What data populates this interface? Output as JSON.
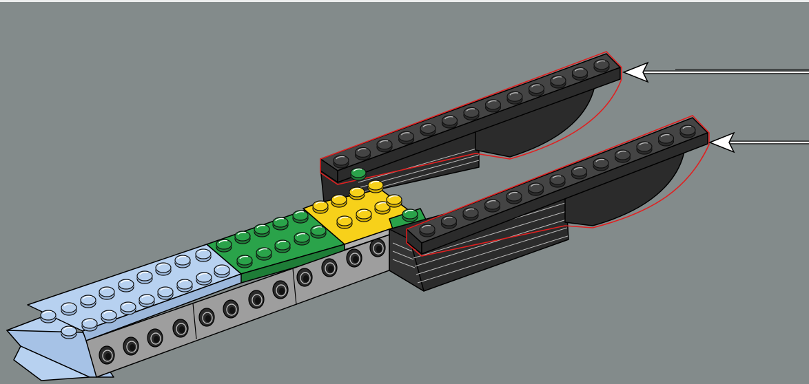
{
  "colors": {
    "background": "#838b8b",
    "top_border": "#eceeee",
    "light_blue": "#b7d1f0",
    "light_blue_side": "#9cb8dc",
    "green": "#2aa34a",
    "green_side": "#1e7d37",
    "yellow": "#f7d11a",
    "yellow_side": "#d8b100",
    "gray": "#9e9e9e",
    "gray_dark": "#8a8a8a",
    "black_top": "#444444",
    "black_side": "#2b2b2b",
    "highlight_outline": "#e02020",
    "arrow": "#ffffff"
  },
  "scene": {
    "description_icon": "lego-build-step-icon",
    "callout_arrows": [
      "arrow-to-upper-plate",
      "arrow-to-lower-plate"
    ],
    "highlighted_parts": [
      "upper-long-plate",
      "lower-long-plate"
    ]
  }
}
